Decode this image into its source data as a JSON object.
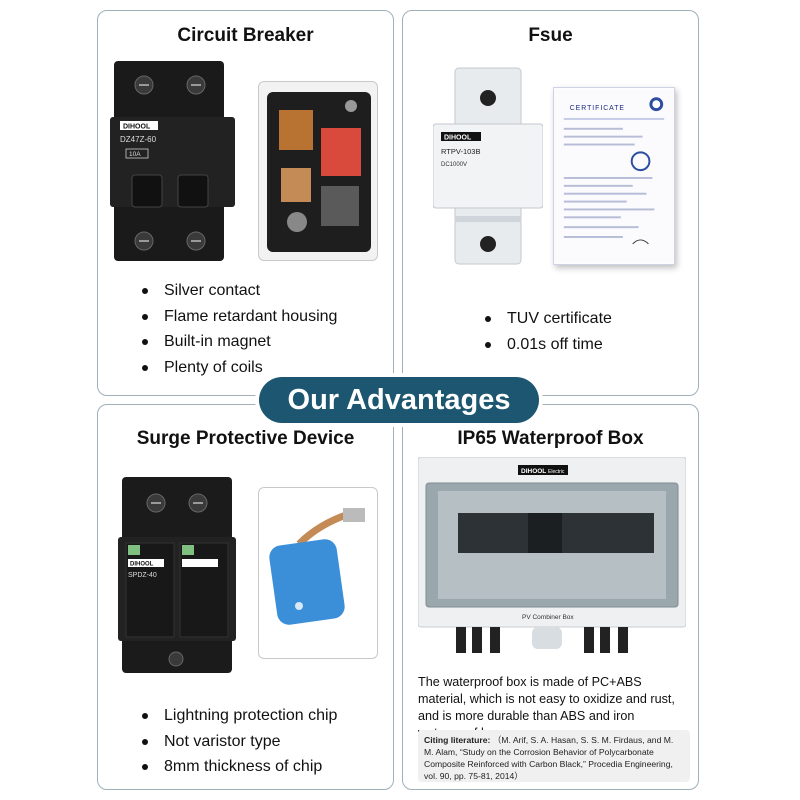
{
  "banner": {
    "text": "Our Advantages"
  },
  "panels": {
    "circuit_breaker": {
      "title": "Circuit Breaker",
      "features": [
        "Silver contact",
        "Flame retardant housing",
        "Built-in magnet",
        "Plenty of coils"
      ],
      "product_labels": {
        "brand": "DIHOOL",
        "model": "DZ47Z-60",
        "rating": "10A"
      }
    },
    "fuse": {
      "title": "Fsue",
      "features": [
        "TUV certificate",
        "0.01s off time"
      ],
      "product_labels": {
        "brand": "DIHOOL",
        "model": "RTPV-103B",
        "voltage": "DC1000V"
      },
      "certificate_heading": "CERTIFICATE"
    },
    "spd": {
      "title": "Surge Protective Device",
      "features": [
        "Lightning protection chip",
        "Not varistor type",
        "8mm thickness of chip"
      ],
      "product_labels": {
        "brand": "DIHOOL",
        "model": "SPDZ-40"
      }
    },
    "waterproof_box": {
      "title": "IP65 Waterproof Box",
      "product_labels": {
        "brand": "DIHOOL",
        "brand_suffix": "Electric",
        "box_label": "PV Combiner Box"
      },
      "description": "The waterproof box is made of PC+ABS material, which is not easy to oxidize and rust, and is more durable than ABS and iron waterproof boxes",
      "citation": {
        "label": "Citing literature:",
        "text": "（M. Arif, S. A. Hasan, S. S. M. Firdaus, and M. M. Alam, “Study on the Corrosion Behavior of Polycarbonate Composite Reinforced with Carbon Black,” Procedia Engineering, vol. 90, pp. 75-81, 2014）"
      }
    }
  },
  "colors": {
    "banner": "#1d5670",
    "panel_border": "#9fb0ba",
    "device_body": "#1b1b1b",
    "fuse_body": "#e8ebee",
    "chip": "#3b8ed8"
  },
  "icons": [
    "breaker-product-image",
    "breaker-internal-photo",
    "fuse-holder-image",
    "tuv-certificate-image",
    "spd-product-image",
    "lightning-chip-image",
    "combiner-box-image"
  ]
}
